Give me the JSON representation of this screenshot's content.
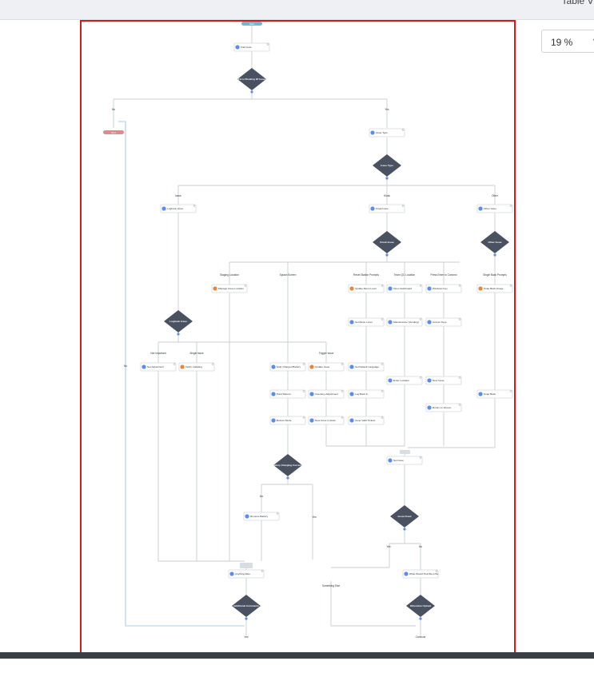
{
  "header": {
    "title_partial": "Table Vi"
  },
  "zoom": {
    "value": "19 %"
  },
  "flow": {
    "start": "Start",
    "end": "End",
    "decisions": {
      "fix_in_box": "Fix is Booking Of Issue",
      "issue_type": "Issue Type",
      "kiosk_issue": "Kiosk Issue",
      "other_issue": "Other Issue",
      "logbook_issue": "Logbook Issue",
      "battery": "Battery Charging Correctly",
      "issue_fixed": "Issue Fixed",
      "additional": "Additional Comments",
      "otherwise": "Otherwise Upload"
    },
    "tasks": {
      "call_code": "Call Code",
      "issue_type": "Issue Type",
      "logbook_issue": "Logbook Issue",
      "kiosk_issue": "Kiosk Issue",
      "other_issue": "Other Issue",
      "manage_issue": "Manage Issue Location",
      "update_menu": "Update Menu Level",
      "open_dashboard": "Open dashboard",
      "windows_key": "Windows Key",
      "snap_back_image": "Snap Back Image",
      "set_menu_level": "Set Menu Level",
      "maintenance": "Maintenance (Vending)",
      "access_keys": "Access Keys",
      "set_adjustment": "Set Adjustment",
      "verify_updating": "Verify Updating",
      "sully_charged": "Sully Charged Battery",
      "update_issue": "Update Issue",
      "set_default_lang": "Set Default Language",
      "enter_location": "Enter Location",
      "new_issue": "New Issue",
      "snap_back": "Snap Back",
      "hard_reboot": "Hard Reboot",
      "inventory_adj": "Inventory Adjustment",
      "log_back_in": "Log Back In",
      "reboot_mode": "Reboot Mode",
      "new_issue_kiosk": "New Issue in kiosk",
      "issue_valid": "Issue Valid Tickets",
      "return_screen": "Return to Screen",
      "set_issue": "Set Issue",
      "remove_battery": "Remove Battery",
      "anything_else": "Anything Else",
      "what_would": "What Would That Be in Be"
    },
    "branch_labels": {
      "no": "No",
      "yes": "Yes",
      "issue": "Issue",
      "kiosk": "Kiosk",
      "other": "Other",
      "staging_location": "Staging Location",
      "splash_screen": "Splash Screen",
      "reset_station_prompts": "Reset Station Prompts",
      "team_qc": "Team QC Location",
      "press_enter_connect": "Press Enter to Connect",
      "single_back_prompts": "Single Back Prompts",
      "not_important": "Not Important",
      "single_issue": "Single Issue",
      "trigger_issue": "Trigger Issue",
      "something_else": "Something Else",
      "continue": "Continue"
    }
  }
}
